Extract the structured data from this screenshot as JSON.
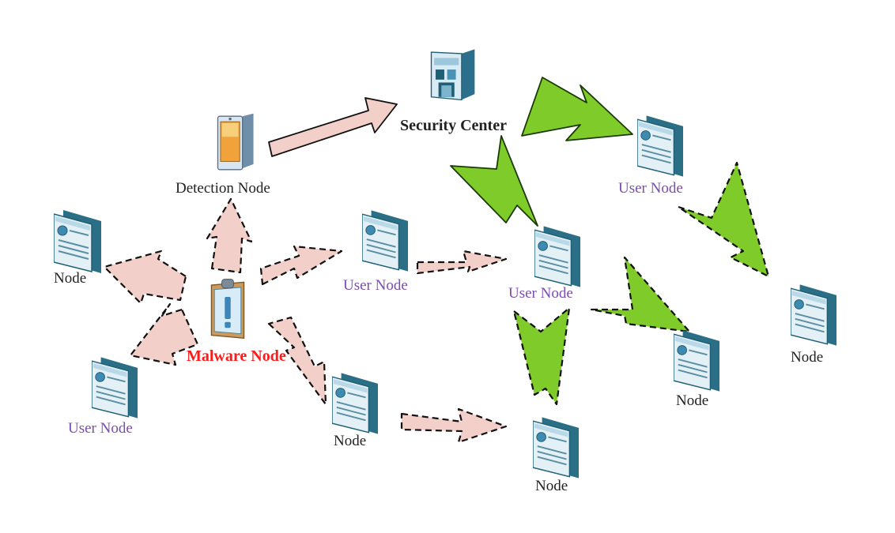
{
  "nodes": {
    "security_center": "Security Center",
    "detection_node": "Detection Node",
    "malware_node": "Malware Node",
    "node_left": "Node",
    "user_node_left": "User Node",
    "user_node_mid": "User Node",
    "node_bottom_mid": "Node",
    "user_node_center": "User Node",
    "node_bottom_center": "Node",
    "node_right_mid": "Node",
    "user_node_right": "User Node",
    "node_far_right": "Node"
  },
  "colors": {
    "infection_arrow": "#f3cfca",
    "notification_arrow": "#7fcb2a",
    "user_label": "#7a4cb0",
    "malware_label": "#ff1a1a"
  }
}
